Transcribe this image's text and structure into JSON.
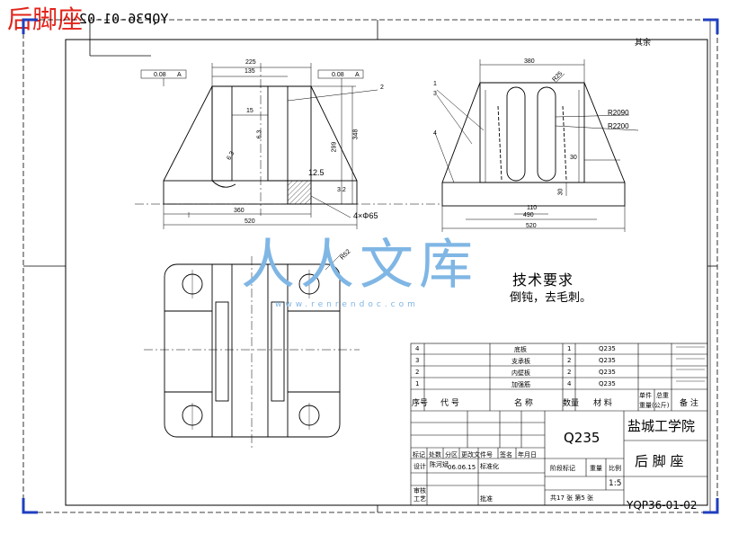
{
  "header": {
    "overlay_title": "后脚座",
    "mirrored_code": "YQP36-01-02",
    "roughness_note": "其余"
  },
  "front_view": {
    "dims": [
      "225",
      "135",
      "15",
      "6.3",
      "299",
      "348",
      "12.5",
      "360",
      "520",
      "4×Φ65",
      "6.3",
      "3.2",
      "2"
    ],
    "tolerance_boxes": [
      "0.08",
      "A",
      "0.08",
      "A"
    ]
  },
  "side_view": {
    "dims": [
      "380",
      "R25",
      "R2090",
      "R2200",
      "30",
      "30",
      "110",
      "490",
      "520"
    ],
    "leaders": [
      "1",
      "3",
      "4"
    ]
  },
  "top_view": {
    "dims": [
      "R52"
    ]
  },
  "tech_requirements": {
    "title": "技术要求",
    "text": "倒钝，去毛刺。"
  },
  "parts_list": {
    "rows": [
      {
        "no": "4",
        "name": "底板",
        "qty": "1",
        "material": "Q235"
      },
      {
        "no": "3",
        "name": "支承板",
        "qty": "2",
        "material": "Q235"
      },
      {
        "no": "2",
        "name": "内壁板",
        "qty": "2",
        "material": "Q235"
      },
      {
        "no": "1",
        "name": "加强筋",
        "qty": "4",
        "material": "Q235"
      }
    ],
    "header": {
      "no": "序号",
      "code": "代  号",
      "name": "名  称",
      "qty": "数量",
      "material": "材  料",
      "unit_weight": "单件",
      "total_weight": "总重",
      "weight_unit": "重量(公斤)",
      "remark": "备 注"
    },
    "side_notes": [
      "比例",
      "1:5"
    ]
  },
  "title_block": {
    "material": "Q235",
    "school": "盐城工学院",
    "part_name": "后 脚 座",
    "drawing_no": "YQP36-01-02",
    "rev_headers": [
      "标记",
      "处数",
      "分区",
      "更改文件号",
      "签名",
      "年月日"
    ],
    "design_label": "设计",
    "designer": "陈河斌",
    "date": "06.06.15",
    "std_label": "标准化",
    "stage_label": "阶段标记",
    "weight_label": "重量",
    "scale_label": "比例",
    "scale": "1:5",
    "review_label": "审核",
    "process_label": "工艺",
    "approve_label": "批准",
    "sheets": "共17 张  第5 张"
  },
  "watermark": {
    "text": "人人文库",
    "url": "www.renrendoc.com"
  }
}
